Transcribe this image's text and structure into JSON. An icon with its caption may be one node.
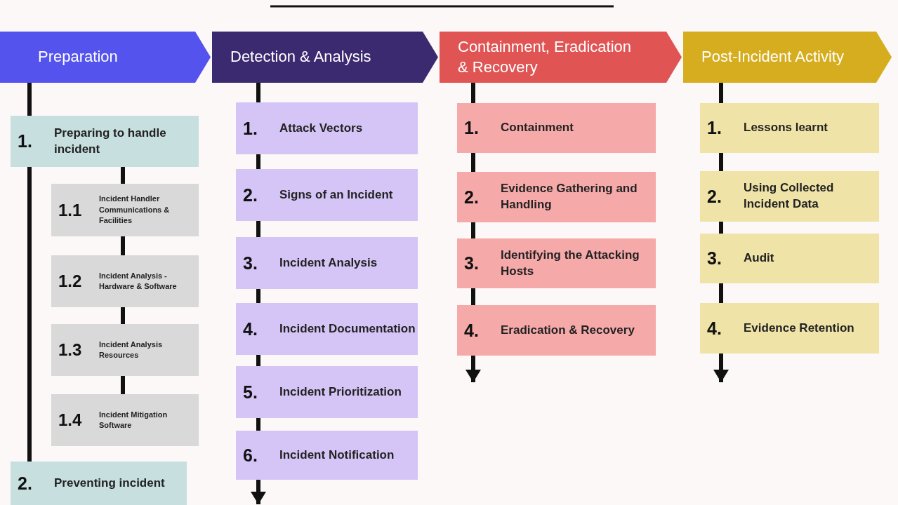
{
  "diagram": {
    "nodes": [
      {
        "text": [
          "Preparation"
        ]
      },
      {
        "text": [
          "Detection & Analysis"
        ]
      },
      {
        "text": [
          "Containment, Eradication & Recovery"
        ]
      },
      {
        "text": [
          "Post-Incident Activity"
        ]
      },
      {
        "text": [
          "1.",
          "Preparing to handle incident"
        ]
      },
      {
        "text": [
          "1.1",
          "Incident Handler Communications & Facilities"
        ]
      },
      {
        "text": [
          "1.2",
          "Incident Analysis - Hardware & Software"
        ]
      },
      {
        "text": [
          "1.3",
          "Incident Analysis Resources"
        ]
      },
      {
        "text": [
          "1.4",
          "Incident Mitigation Software"
        ]
      },
      {
        "text": [
          "2.",
          "Preventing incident"
        ]
      },
      {
        "text": [
          "1.",
          "Attack Vectors"
        ]
      },
      {
        "text": [
          "2.",
          "Signs of an Incident"
        ]
      },
      {
        "text": [
          "3.",
          "Incident Analysis"
        ]
      },
      {
        "text": [
          "4.",
          "Incident Documentation"
        ]
      },
      {
        "text": [
          "5.",
          "Incident Prioritization"
        ]
      },
      {
        "text": [
          "6.",
          "Incident Notification"
        ]
      },
      {
        "text": [
          "1.",
          "Containment"
        ]
      },
      {
        "text": [
          "2.",
          "Evidence Gathering and Handling"
        ]
      },
      {
        "text": [
          "3.",
          "Identifying the Attacking Hosts"
        ]
      },
      {
        "text": [
          "4.",
          "Eradication & Recovery"
        ]
      },
      {
        "text": [
          "1.",
          "Lessons learnt"
        ]
      },
      {
        "text": [
          "2.",
          "Using Collected Incident Data"
        ]
      },
      {
        "text": [
          "3.",
          "Audit"
        ]
      },
      {
        "text": [
          "4.",
          "Evidence Retention"
        ]
      }
    ],
    "edges": [
      {
        "from": 0,
        "to": 4,
        "arrow": "none"
      },
      {
        "from": 4,
        "to": 9,
        "arrow": "none"
      },
      {
        "from": 4,
        "to": 5,
        "arrow": "none"
      },
      {
        "from": 5,
        "to": 6,
        "arrow": "none"
      },
      {
        "from": 6,
        "to": 7,
        "arrow": "none"
      },
      {
        "from": 7,
        "to": 8,
        "arrow": "none"
      },
      {
        "from": 1,
        "to": 10,
        "arrow": "none"
      },
      {
        "from": 10,
        "to": 11,
        "arrow": "none"
      },
      {
        "from": 11,
        "to": 12,
        "arrow": "none"
      },
      {
        "from": 12,
        "to": 13,
        "arrow": "none"
      },
      {
        "from": 13,
        "to": 14,
        "arrow": "none"
      },
      {
        "from": 14,
        "to": 15,
        "arrow": "none"
      },
      {
        "from": 15,
        "to": null,
        "arrow": "to"
      },
      {
        "from": 2,
        "to": 16,
        "arrow": "none"
      },
      {
        "from": 16,
        "to": 17,
        "arrow": "none"
      },
      {
        "from": 17,
        "to": 18,
        "arrow": "none"
      },
      {
        "from": 18,
        "to": 19,
        "arrow": "none"
      },
      {
        "from": 19,
        "to": null,
        "arrow": "to"
      },
      {
        "from": 3,
        "to": 20,
        "arrow": "none"
      },
      {
        "from": 20,
        "to": 21,
        "arrow": "none"
      },
      {
        "from": 21,
        "to": 22,
        "arrow": "none"
      },
      {
        "from": 22,
        "to": 23,
        "arrow": "none"
      },
      {
        "from": 23,
        "to": null,
        "arrow": "to"
      }
    ]
  }
}
